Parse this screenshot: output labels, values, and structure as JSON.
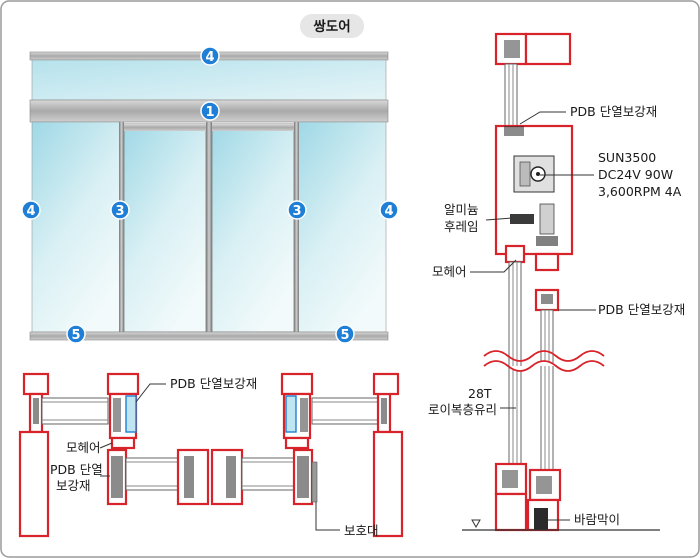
{
  "title": "쌍도어",
  "badges": [
    "1",
    "3",
    "4",
    "5"
  ],
  "labels": {
    "pdb_top_right": "PDB 단열보강재",
    "motor_line1": "SUN3500",
    "motor_line2": "DC24V 90W",
    "motor_line3": "3,600RPM 4A",
    "aluminum_line1": "알미늄",
    "aluminum_line2": "후레임",
    "mohair_right": "모헤어",
    "pdb_mid_right": "PDB 단열보강재",
    "glass_line1": "28T",
    "glass_line2": "로이복층유리",
    "wind_stop": "바람막이",
    "pdb_plan_top": "PDB 단열보강재",
    "mohair_plan": "모헤어",
    "pdb_plan_left_line1": "PDB 단열",
    "pdb_plan_left_line2": "보강재",
    "protector": "보호대"
  },
  "colors": {
    "frame_red": "#d8232a",
    "glass_top": "#bfe6ee",
    "glass_bottom": "#e8f6f8",
    "badge_blue": "#1f7fd6",
    "rail_gray": "#b8b8b8"
  }
}
